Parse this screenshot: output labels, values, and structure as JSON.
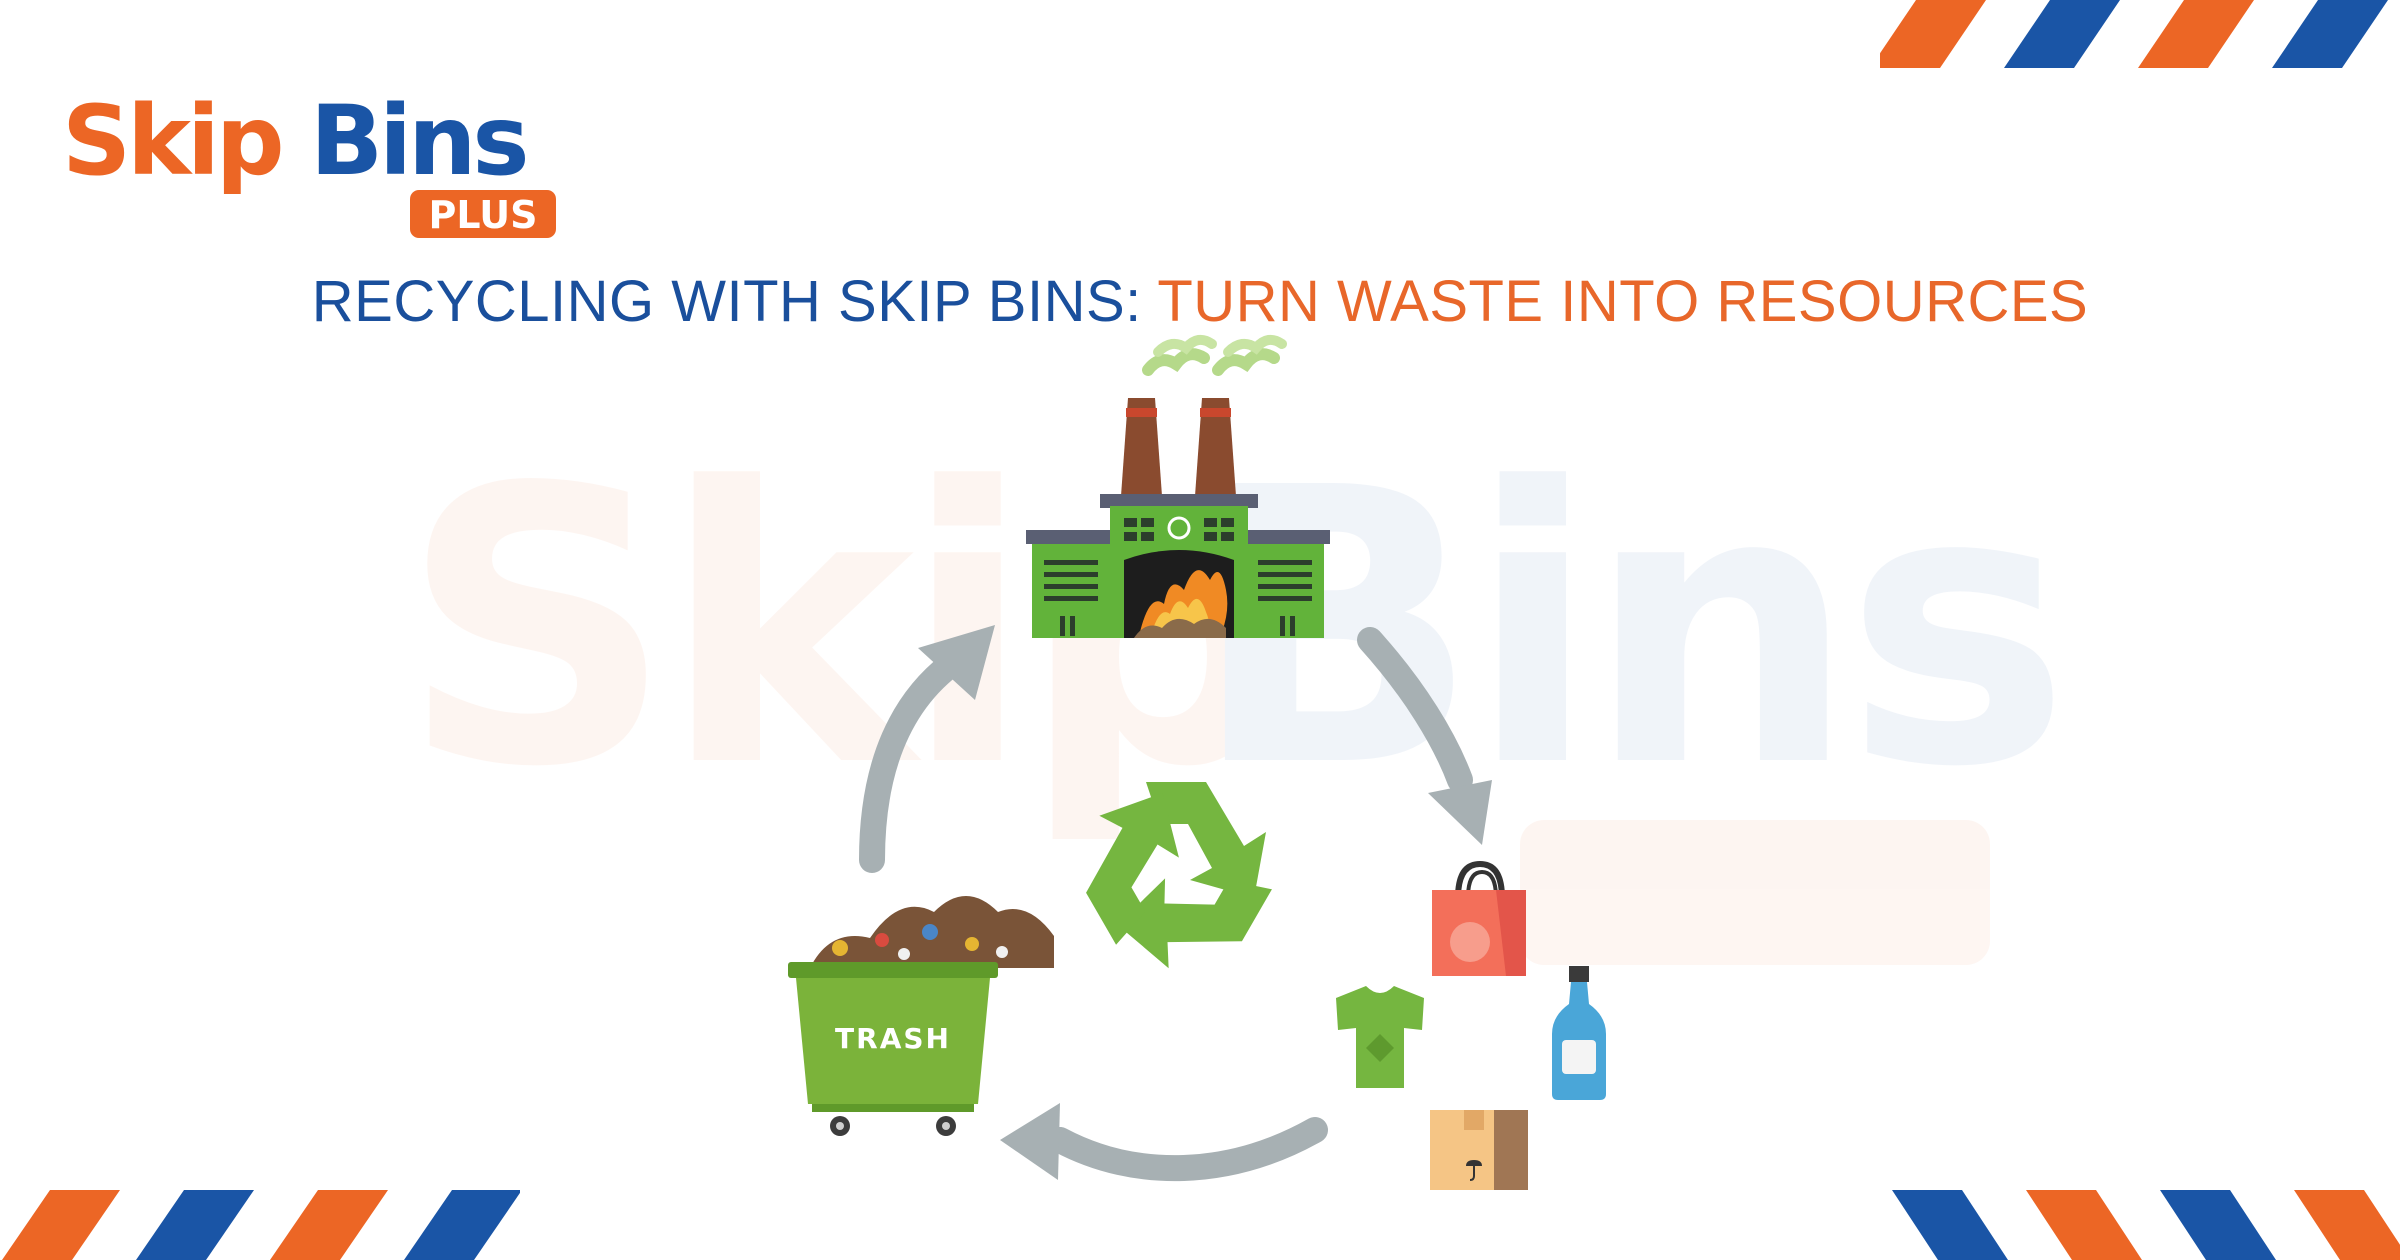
{
  "brand": {
    "word_skip": "Skip",
    "word_bins": "Bins",
    "word_plus": "PLUS",
    "color_orange": "#ec6625",
    "color_blue": "#1a55a6"
  },
  "headline": {
    "part_a": "RECYCLING WITH SKIP BINS: ",
    "part_b": "TURN WASTE INTO RESOURCES"
  },
  "bin": {
    "label": "TRASH",
    "color": "#7bb33a"
  },
  "factory": {
    "color": "#62b33a"
  },
  "arrow_color": "#a7b0b3",
  "recycle_color": "#75b640",
  "icons": [
    "factory-icon",
    "trash-bin-icon",
    "recycle-symbol-icon",
    "shopping-bag-icon",
    "tshirt-icon",
    "bottle-icon",
    "cardboard-box-icon"
  ]
}
